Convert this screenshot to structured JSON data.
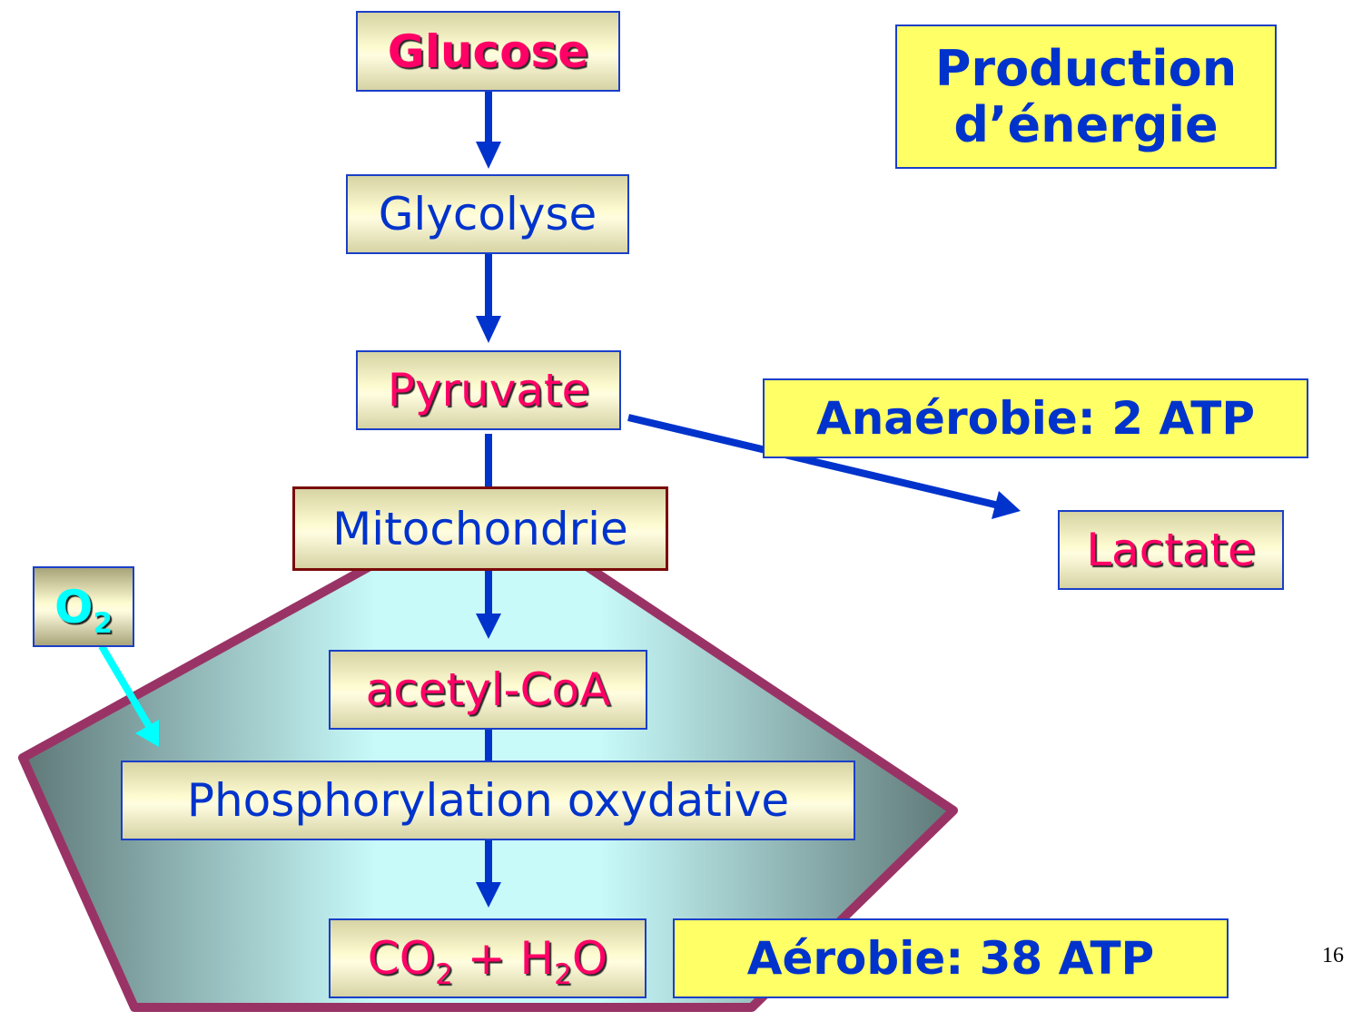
{
  "title_box": {
    "line1": "Production",
    "line2": "d’énergie"
  },
  "nodes": {
    "glucose": "Glucose",
    "glycolyse": "Glycolyse",
    "pyruvate": "Pyruvate",
    "mitochondrie": "Mitochondrie",
    "acetyl_coa": "acetyl-CoA",
    "phosphorylation": "Phosphorylation oxydative",
    "lactate": "Lactate",
    "o2": {
      "base": "O",
      "sub": "2"
    },
    "products": {
      "co": "CO",
      "co_sub": "2",
      "plus": " + H",
      "h_sub": "2",
      "o": "O"
    }
  },
  "labels": {
    "anaerobie": "Anaérobie: 2 ATP",
    "aerobie": "Aérobie: 38 ATP"
  },
  "page_number": "16",
  "colors": {
    "arrow": "#0033cc",
    "o2_arrow": "#00ffff",
    "pentagon_border": "#993366",
    "pentagon_light": "#c8fafa",
    "pentagon_dark": "#5f7878",
    "highlight_box": "#ffff66",
    "metabolite_text": "#ff0066",
    "process_text": "#0033cc"
  }
}
